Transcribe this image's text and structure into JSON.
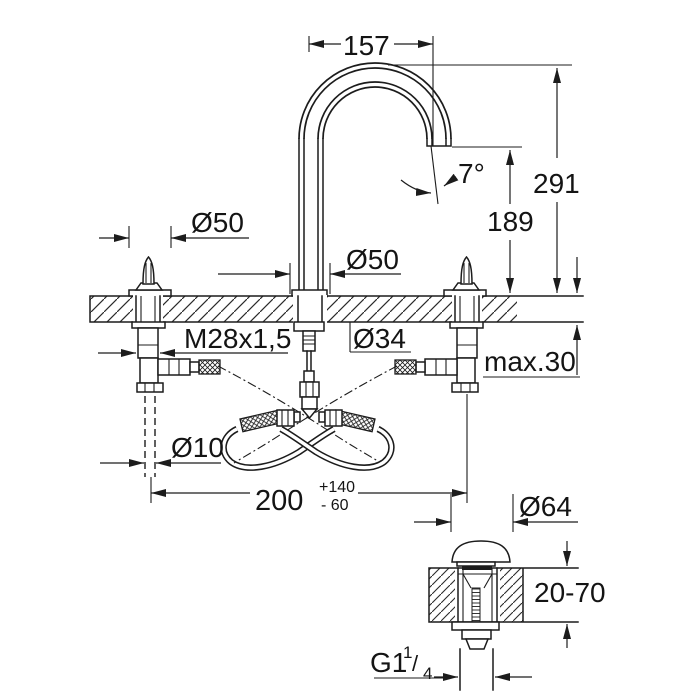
{
  "dims": {
    "spout_reach": "157",
    "spout_angle": "7°",
    "height_total": "291",
    "height_outlet": "189",
    "handle_diameter": "Ø50",
    "spout_diameter": "Ø50",
    "thread_size": "M28x1,5",
    "hole_diameter": "Ø34",
    "max_deck_thickness": "max.30",
    "rod_diameter": "Ø10",
    "hole_spacing": "200",
    "spacing_tolerance_plus": "+140",
    "spacing_tolerance_minus": "- 60",
    "waste_diameter": "Ø64",
    "waste_deck_range": "20-70",
    "waste_thread_g": "G1",
    "waste_thread_numerator": "1",
    "waste_thread_slash": "/",
    "waste_thread_denominator": "4"
  },
  "colors": {
    "line": "#1c1c1c",
    "background": "#ffffff"
  }
}
